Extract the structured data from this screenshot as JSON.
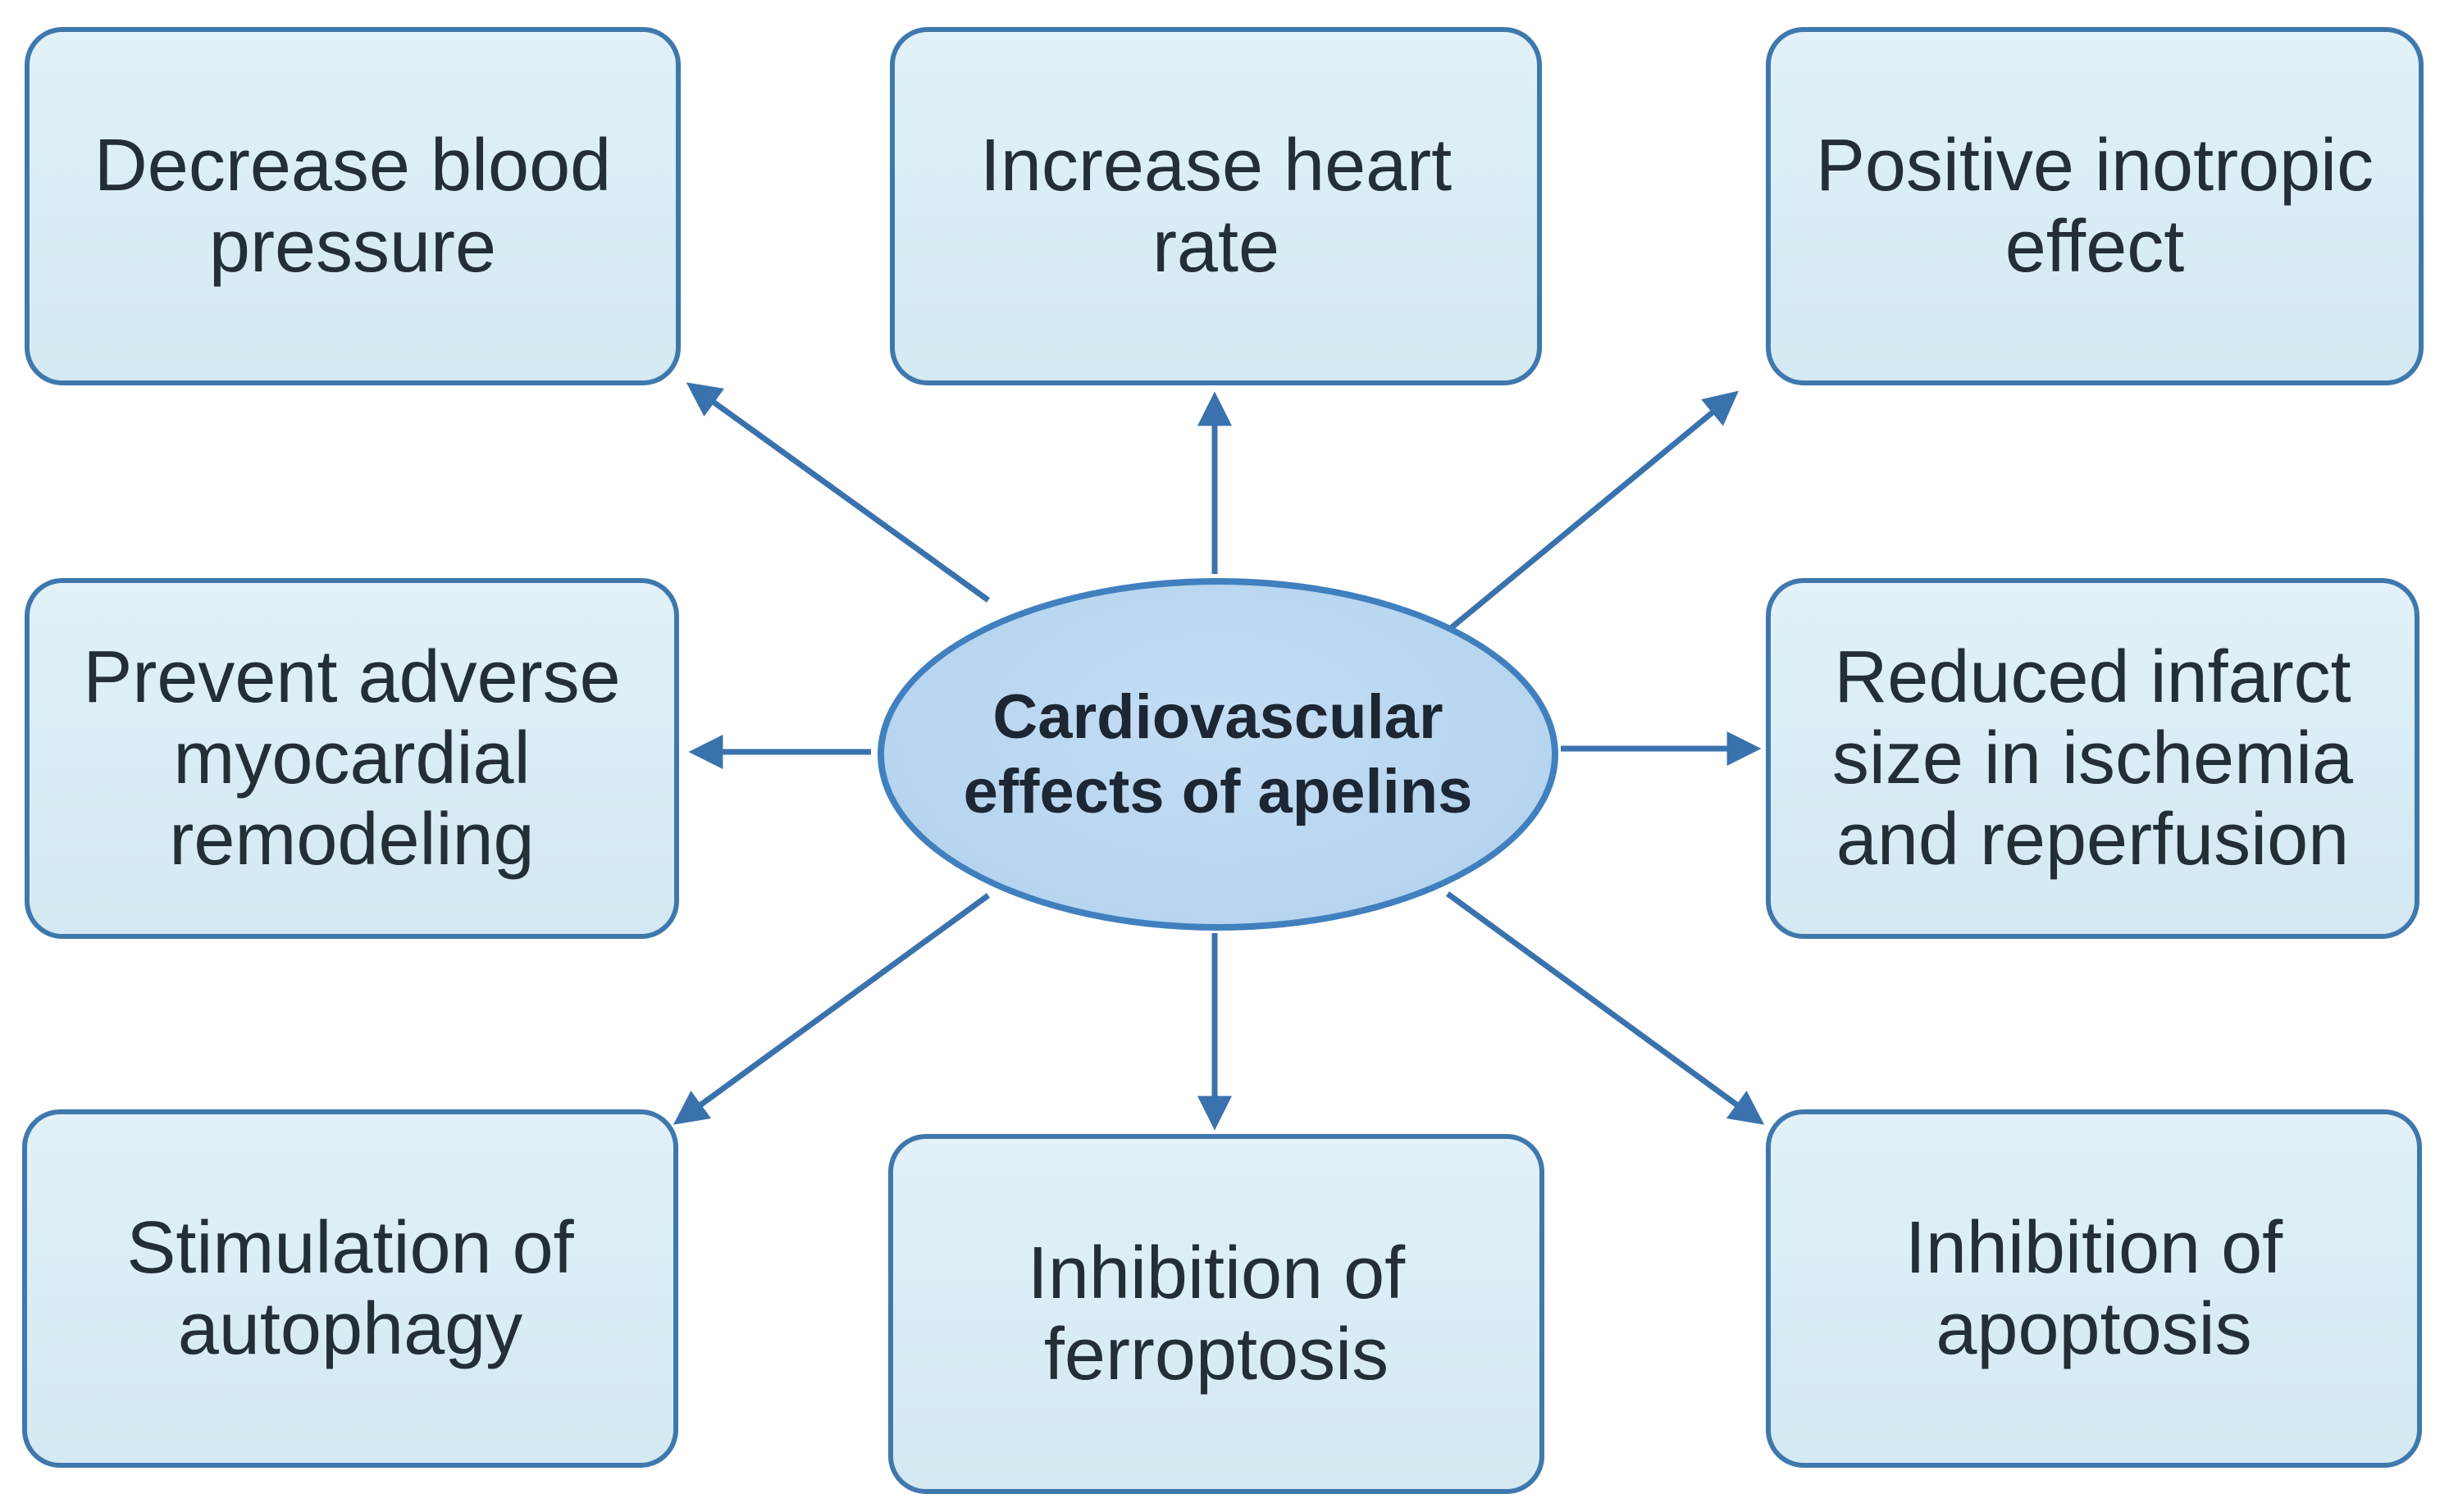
{
  "diagram": {
    "title_node": {
      "label": "Cardiovascular effects of apelins"
    },
    "nodes": [
      {
        "id": "decrease-blood-pressure",
        "position": "top-left",
        "label": "Decrease blood pressure"
      },
      {
        "id": "increase-heart-rate",
        "position": "top-center",
        "label": "Increase heart rate"
      },
      {
        "id": "positive-inotropic-effect",
        "position": "top-right",
        "label": "Positive inotropic effect"
      },
      {
        "id": "prevent-adverse-myocardial-remodeling",
        "position": "middle-left",
        "label": "Prevent adverse myocardial remodeling"
      },
      {
        "id": "reduced-infarct-size",
        "position": "middle-right",
        "label": "Reduced infarct size in ischemia and reperfusion"
      },
      {
        "id": "stimulation-of-autophagy",
        "position": "bottom-left",
        "label": "Stimulation of autophagy"
      },
      {
        "id": "inhibition-of-ferroptosis",
        "position": "bottom-center",
        "label": "Inhibition of ferroptosis"
      },
      {
        "id": "inhibition-of-apoptosis",
        "position": "bottom-right",
        "label": "Inhibition of apoptosis"
      }
    ],
    "arrows": [
      {
        "from": "center",
        "to": "top-left"
      },
      {
        "from": "center",
        "to": "top-center"
      },
      {
        "from": "center",
        "to": "top-right"
      },
      {
        "from": "center",
        "to": "middle-left"
      },
      {
        "from": "center",
        "to": "middle-right"
      },
      {
        "from": "center",
        "to": "bottom-left"
      },
      {
        "from": "center",
        "to": "bottom-center"
      },
      {
        "from": "center",
        "to": "bottom-right"
      }
    ]
  },
  "colors": {
    "box-fill": "#d9ecf5",
    "box-border": "#3f78ad",
    "ellipse-fill": "#b7d5ef",
    "ellipse-border": "#4180bf",
    "arrow": "#3a72ad",
    "node-text": "#232e37",
    "center-text": "#1c2733",
    "bg": "#ffffff"
  }
}
